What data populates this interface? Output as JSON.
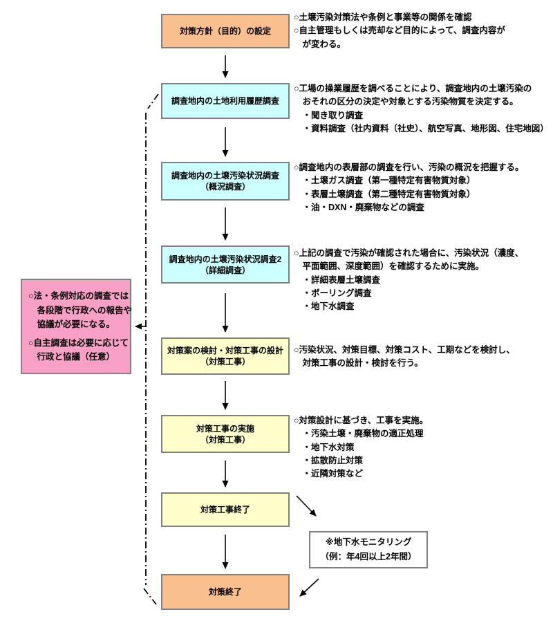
{
  "colors": {
    "orange": "#FABF8F",
    "cyan": "#CCFFFF",
    "yellow": "#FFFFCC",
    "pink": "#F9A0C6",
    "box_border": "#808080",
    "arrow": "#000000"
  },
  "flow": {
    "steps": [
      {
        "label": "対策方針（目的）の設定",
        "color": "orange",
        "note": "○土壌汚染対策法や条例と事業等の関係を確認\n○自主管理もしくは売却など目的によって、調査内容が\n　が変わる。"
      },
      {
        "label": "調査地内の土地利用履歴調査",
        "color": "cyan",
        "note": "○工場の操業履歴を調べることにより、調査地内の土壌汚染の\n　おそれの区分の決定や対象とする汚染物質を決定する。\n　・聞き取り調査\n　・資料調査（社内資料（社史）、航空写真、地形図、住宅地図）"
      },
      {
        "label": "調査地内の土壌汚染状況調査\n（概況調査）",
        "color": "cyan",
        "note": "○調査地内の表層部の調査を行い、汚染の概況を把握する。\n　・土壌ガス調査（第一種特定有害物質対象）\n　・表層土壌調査（第二種特定有害物質対象）\n　・油・DXN・廃棄物などの調査"
      },
      {
        "label": "調査地内の土壌汚染状況調査2\n（詳細調査）",
        "color": "cyan",
        "note": "○上記の調査で汚染が確認された場合に、汚染状況（濃度、\n　平面範囲、深度範囲）を確認するために実施。\n　・詳細表層土壌調査\n　・ボーリング調査\n　・地下水調査"
      },
      {
        "label": "対策案の検討・対策工事の設計\n（対策工事）",
        "color": "yellow",
        "note": "○汚染状況、対策目標、対策コスト、工期などを検討し、\n　対策工事の設計・検討を行う。"
      },
      {
        "label": "対策工事の実施\n（対策工事）",
        "color": "yellow",
        "note": "○対策設計に基づき、工事を実施。\n　・汚染土壌・廃棄物の適正処理\n　・地下水対策\n　・拡散防止対策\n　・近隣対策など"
      },
      {
        "label": "対策工事終了",
        "color": "yellow",
        "note": ""
      },
      {
        "label": "対策終了",
        "color": "orange",
        "note": ""
      }
    ]
  },
  "side_note": {
    "paragraphs": [
      "○法・条例対応の調査では\n　各段階で行政への報告や\n　協議が必要になる。",
      "○自主調査は必要に応じて\n　行政と協議（任意）"
    ]
  },
  "monitoring_note": {
    "text": "※地下水モニタリング\n（例：年4回以上2年間）"
  }
}
